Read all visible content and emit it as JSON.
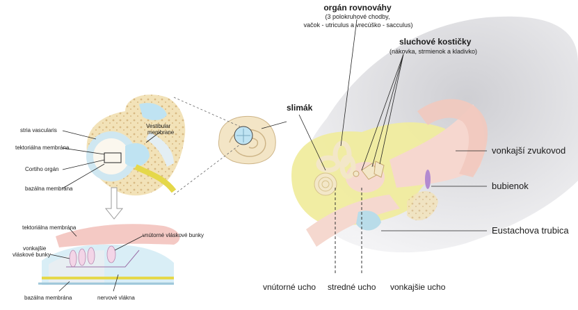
{
  "labels": {
    "balance_title": "orgán rovnováhy",
    "balance_sub1": "(3 polokruhové chodby,",
    "balance_sub2": "vačok - utriculus a vrecúško - sacculus)",
    "ossicles_title": "sluchové kostičky",
    "ossicles_sub": "(nákovka, strmienok a kladivko)",
    "cochlea": "slimák",
    "ear_canal": "vonkajší zvukovod",
    "eardrum": "bubienok",
    "eustachian": "Eustachova trubica",
    "inner_ear": "vnútorné ucho",
    "middle_ear": "stredné ucho",
    "outer_ear": "vonkajšie ucho",
    "stria": "stria vascularis",
    "tectorial1": "tektoriálna membrána",
    "corti": "Cortiho orgán",
    "basilar1": "bazálna membrána",
    "vestibular_1": "Vestibular",
    "vestibular_2": "membrane",
    "tectorial2": "tektoriálna membrána",
    "inner_hair": "vnútorné vláskové bunky",
    "outer_hair_1": "vonkajšie",
    "outer_hair_2": "vláskové bunky",
    "basilar2": "bazálna membrána",
    "nerve": "nervové vlákna"
  },
  "colors": {
    "shadow": "#d9d9dd",
    "bone": "#f0e89a",
    "skin": "#f6d9cf",
    "cochlea": "#f3e7c8",
    "fluid": "#bfe3f2",
    "accent_pink": "#e6a6b4"
  }
}
